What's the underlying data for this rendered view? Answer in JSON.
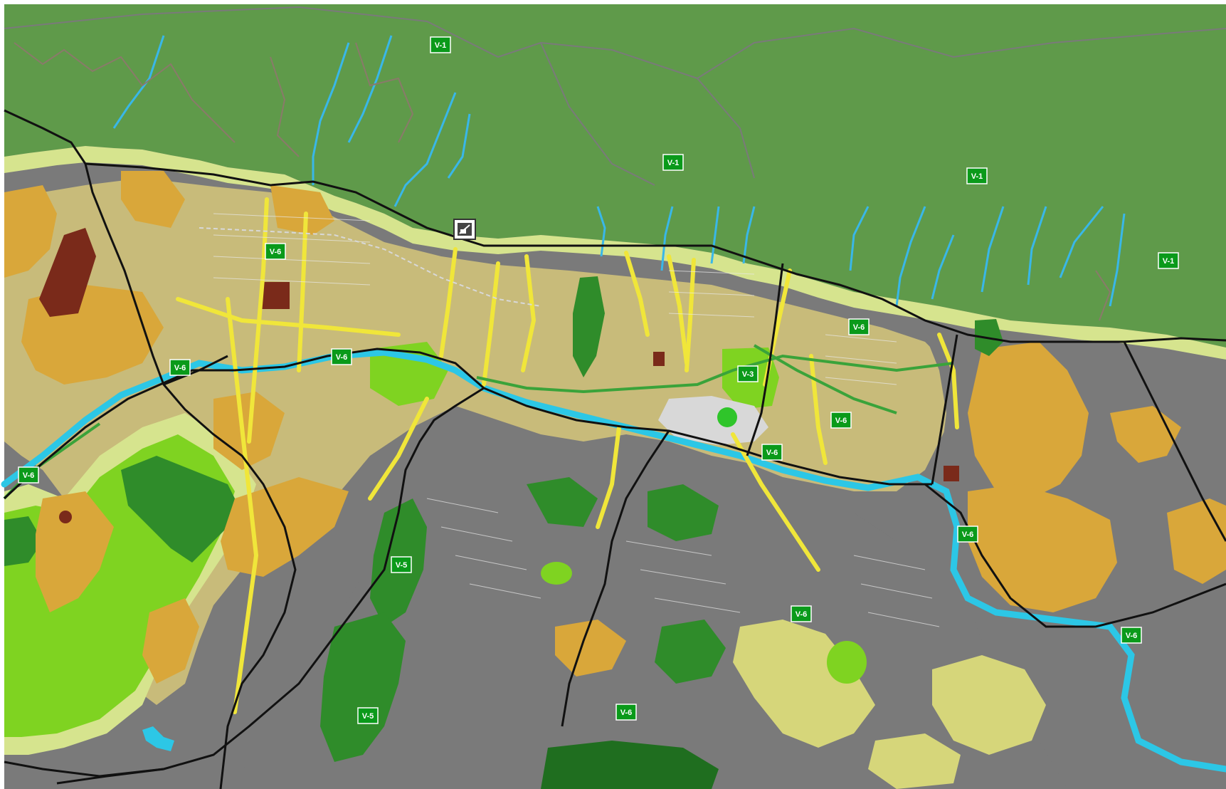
{
  "map": {
    "zone_labels": [
      "V-1",
      "V-1",
      "V-1",
      "V-1",
      "V-6",
      "V-6",
      "V-6",
      "V-6",
      "V-6",
      "V-6",
      "V-6",
      "V-6",
      "V-6",
      "V-6",
      "V-3",
      "V-5",
      "V-5",
      "V-6"
    ]
  },
  "colors": {
    "mountain": "#5f9a4a",
    "urban_gray": "#7a7a7a",
    "urban_tan": "#c8bb7a",
    "buffer_light": "#d6e48e",
    "orange_slopes": "#d9a73a",
    "park_light": "#7fd321",
    "park_dark": "#2f8c2a",
    "park_darker": "#1f6e1f",
    "river": "#2cc7e6",
    "stream": "#39b7e8",
    "highway": "#111111",
    "avenue": "#f0e63a",
    "historic": "#7a2a1a",
    "airport": "#d8d8d8",
    "label_fill": "#0a9a1a"
  },
  "icons": [
    "cable-car-station-icon"
  ]
}
